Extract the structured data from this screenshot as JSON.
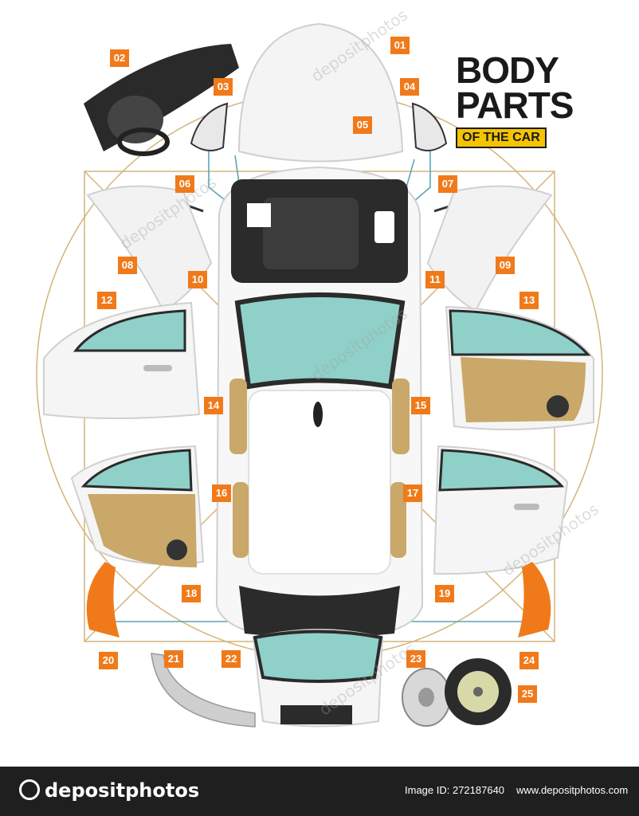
{
  "title": {
    "line1": "BODY",
    "line2": "PARTS",
    "subtitle": "OF THE CAR"
  },
  "tags": [
    "01",
    "02",
    "03",
    "04",
    "05",
    "06",
    "07",
    "08",
    "09",
    "10",
    "11",
    "12",
    "13",
    "14",
    "15",
    "16",
    "17",
    "18",
    "19",
    "20",
    "21",
    "22",
    "23",
    "24",
    "25"
  ],
  "watermark": "depositphotos",
  "footer": {
    "brand": "depositphotos",
    "image_id": "Image ID: 272187640",
    "site": "www.depositphotos.com"
  },
  "colors": {
    "tag": "#f07a1a",
    "leader": "#5aa6b8",
    "guide": "#c9a25a",
    "glass": "#8fd0c8",
    "interior": "#c9a86a",
    "body": "#ffffff"
  }
}
